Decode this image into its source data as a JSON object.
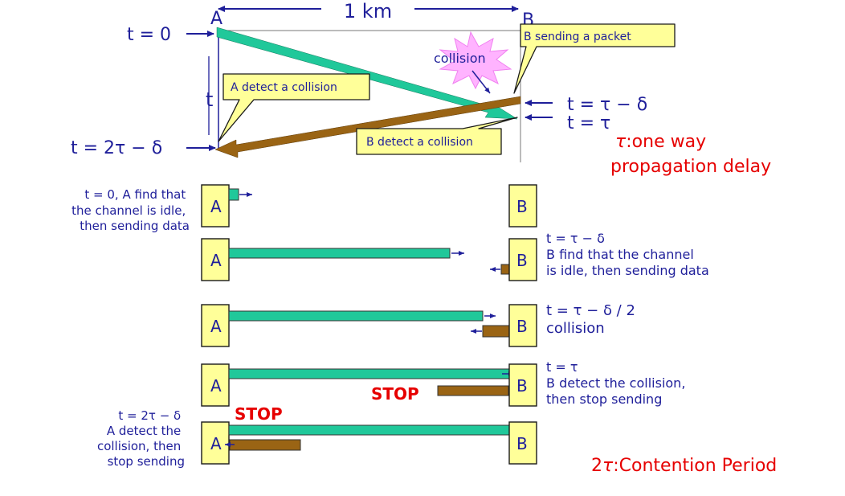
{
  "top": {
    "distance_label": "1 km",
    "node_a": "A",
    "node_b": "B",
    "time_axis_label": "t",
    "times": {
      "t0": "t = 0",
      "t_2tau_minus_delta": "t = 2τ − δ",
      "t_tau_minus_delta": "t = τ − δ",
      "t_tau": "t = τ"
    },
    "callouts": {
      "b_sending": "B sending a packet",
      "collision": "collision",
      "a_detect": "A detect a collision",
      "b_detect": "B detect a collision"
    },
    "tau_def_symbol": "τ",
    "tau_def_rest": ":one way",
    "tau_def_line2": "propagation delay"
  },
  "steps": [
    {
      "a": "A",
      "b": "B",
      "left_note": [
        "t = 0,  A find that",
        "the channel is idle,",
        "then sending data"
      ],
      "right_note": []
    },
    {
      "a": "A",
      "b": "B",
      "left_note": [],
      "right_note": [
        "t = τ − δ",
        "B find that the channel",
        "is idle, then sending data"
      ]
    },
    {
      "a": "A",
      "b": "B",
      "left_note": [],
      "right_note": [
        "t = τ − δ / 2",
        "collision"
      ]
    },
    {
      "a": "A",
      "b": "B",
      "left_note": [],
      "right_note": [
        "t = τ",
        "B detect the collision,",
        "then stop sending"
      ],
      "stop": "STOP"
    },
    {
      "a": "A",
      "b": "B",
      "left_note": [
        "t = 2τ − δ",
        "A detect the",
        "collision, then",
        "stop sending"
      ],
      "right_note": [],
      "stop": "STOP"
    }
  ],
  "contention": {
    "prefix": "2",
    "symbol": "τ",
    "rest": ":Contention Period"
  },
  "colors": {
    "a_signal": "#20c89a",
    "b_signal": "#9a6414",
    "station_fill": "#ffff99",
    "text": "#1f1f9a",
    "emphasis": "#e60000",
    "burst": "#ffb3ff"
  }
}
